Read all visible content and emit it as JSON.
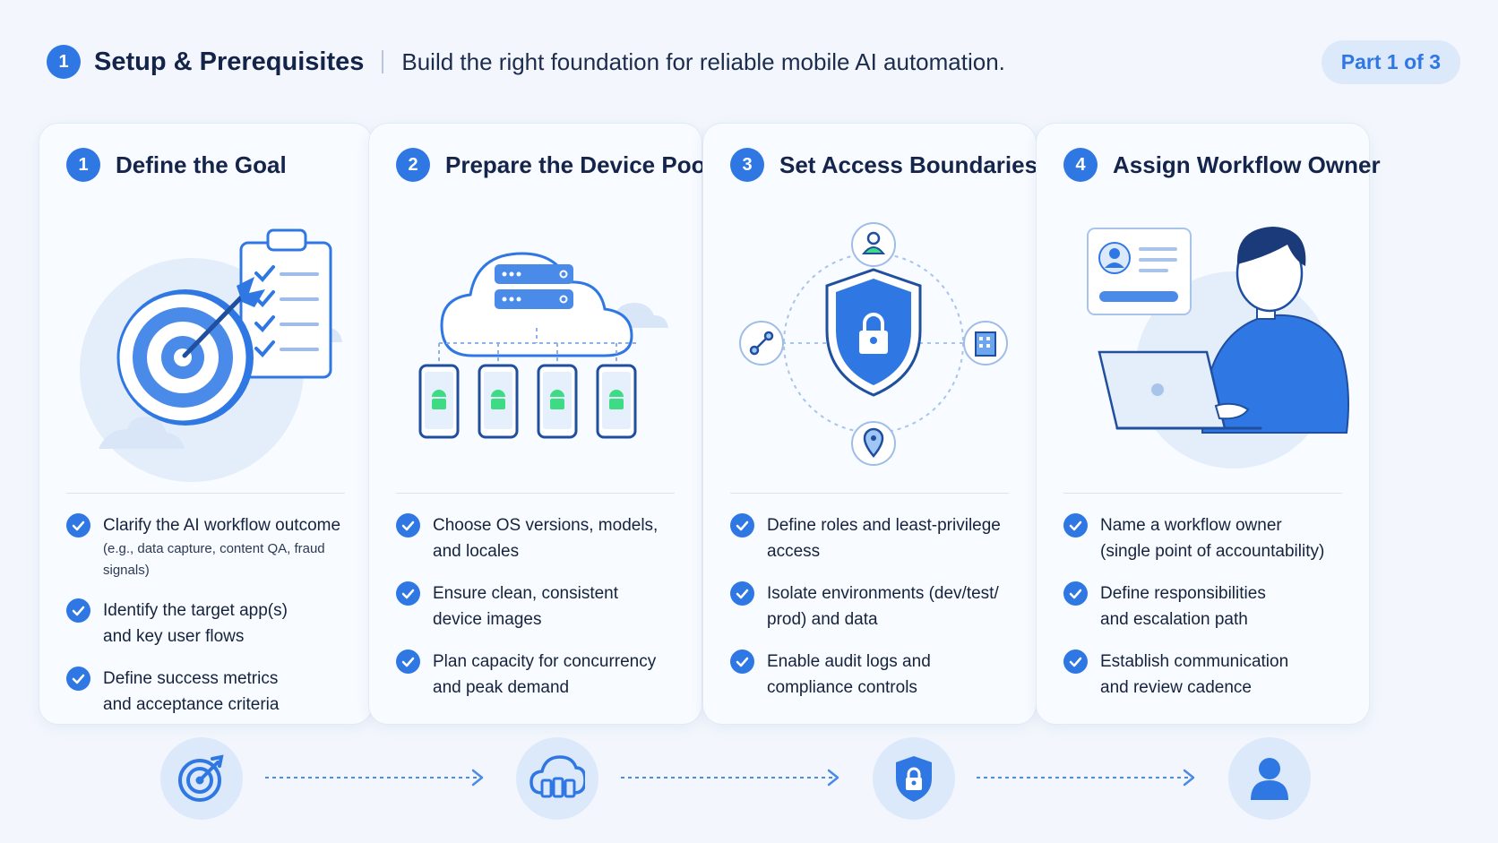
{
  "header": {
    "number": "1",
    "title": "Setup & Prerequisites",
    "subtitle": "Build the right foundation for reliable mobile AI automation.",
    "part": "Part 1 of 3"
  },
  "colors": {
    "accent": "#2f78e4",
    "accent_light": "#dce9fb",
    "background": "#f3f7fd",
    "android_green": "#3ddc84"
  },
  "cards": [
    {
      "number": "1",
      "title": "Define the Goal",
      "illustration": "target-checklist-icon",
      "bullets": [
        {
          "line1": "Clarify the AI workflow outcome",
          "line2": "(e.g., data capture, content QA, fraud signals)"
        },
        {
          "line1": "Identify the target app(s)",
          "line2": "and key user flows"
        },
        {
          "line1": "Define success metrics",
          "line2": "and acceptance criteria"
        }
      ]
    },
    {
      "number": "2",
      "title": "Prepare the Device Pool",
      "illustration": "cloud-devices-icon",
      "bullets": [
        {
          "line1": "Choose OS versions, models,",
          "line2": "and locales"
        },
        {
          "line1": "Ensure clean, consistent",
          "line2": "device images"
        },
        {
          "line1": "Plan capacity for concurrency",
          "line2": "and peak demand"
        }
      ]
    },
    {
      "number": "3",
      "title": "Set Access Boundaries",
      "illustration": "shield-lock-icon",
      "bullets": [
        {
          "line1": "Define roles and least-privilege",
          "line2": "access"
        },
        {
          "line1": "Isolate environments (dev/test/",
          "line2": "prod) and data"
        },
        {
          "line1": "Enable audit logs and",
          "line2": "compliance controls"
        }
      ]
    },
    {
      "number": "4",
      "title": "Assign Workflow Owner",
      "illustration": "person-laptop-icon",
      "bullets": [
        {
          "line1": "Name a workflow owner",
          "line2": "(single point of accountability)"
        },
        {
          "line1": "Define responsibilities",
          "line2": "and escalation path"
        },
        {
          "line1": "Establish communication",
          "line2": "and review cadence"
        }
      ]
    }
  ],
  "flow": {
    "steps": [
      "target-icon",
      "cloud-devices-icon",
      "shield-lock-icon",
      "person-icon"
    ]
  }
}
